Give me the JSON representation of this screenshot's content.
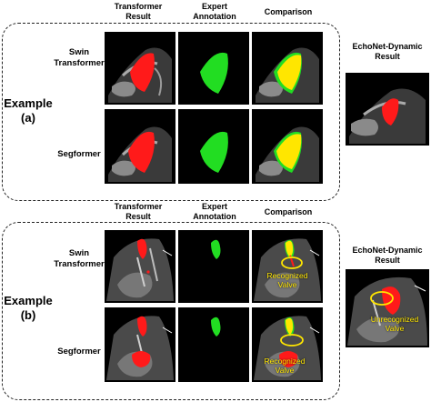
{
  "headers": {
    "transformer_result": "Transformer\nResult",
    "expert_annotation": "Expert\nAnnotation",
    "comparison": "Comparison"
  },
  "echonet_title": "EchoNet-Dynamic\nResult",
  "example_a": {
    "label": "Example\n(a)",
    "rows": [
      {
        "name": "Swin\nTransformer"
      },
      {
        "name": "Segformer"
      }
    ]
  },
  "example_b": {
    "label": "Example\n(b)",
    "rows": [
      {
        "name": "Swin\nTransformer",
        "comparison_note": "Recognized\nValve"
      },
      {
        "name": "Segformer",
        "comparison_note": "Recognized\nValve"
      }
    ],
    "echonet_note": "Unrecognized\nValve"
  },
  "colors": {
    "prediction": "#ff1a1a",
    "annotation": "#22dd22",
    "overlap": "#ffe600",
    "callout": "#ffe600"
  }
}
